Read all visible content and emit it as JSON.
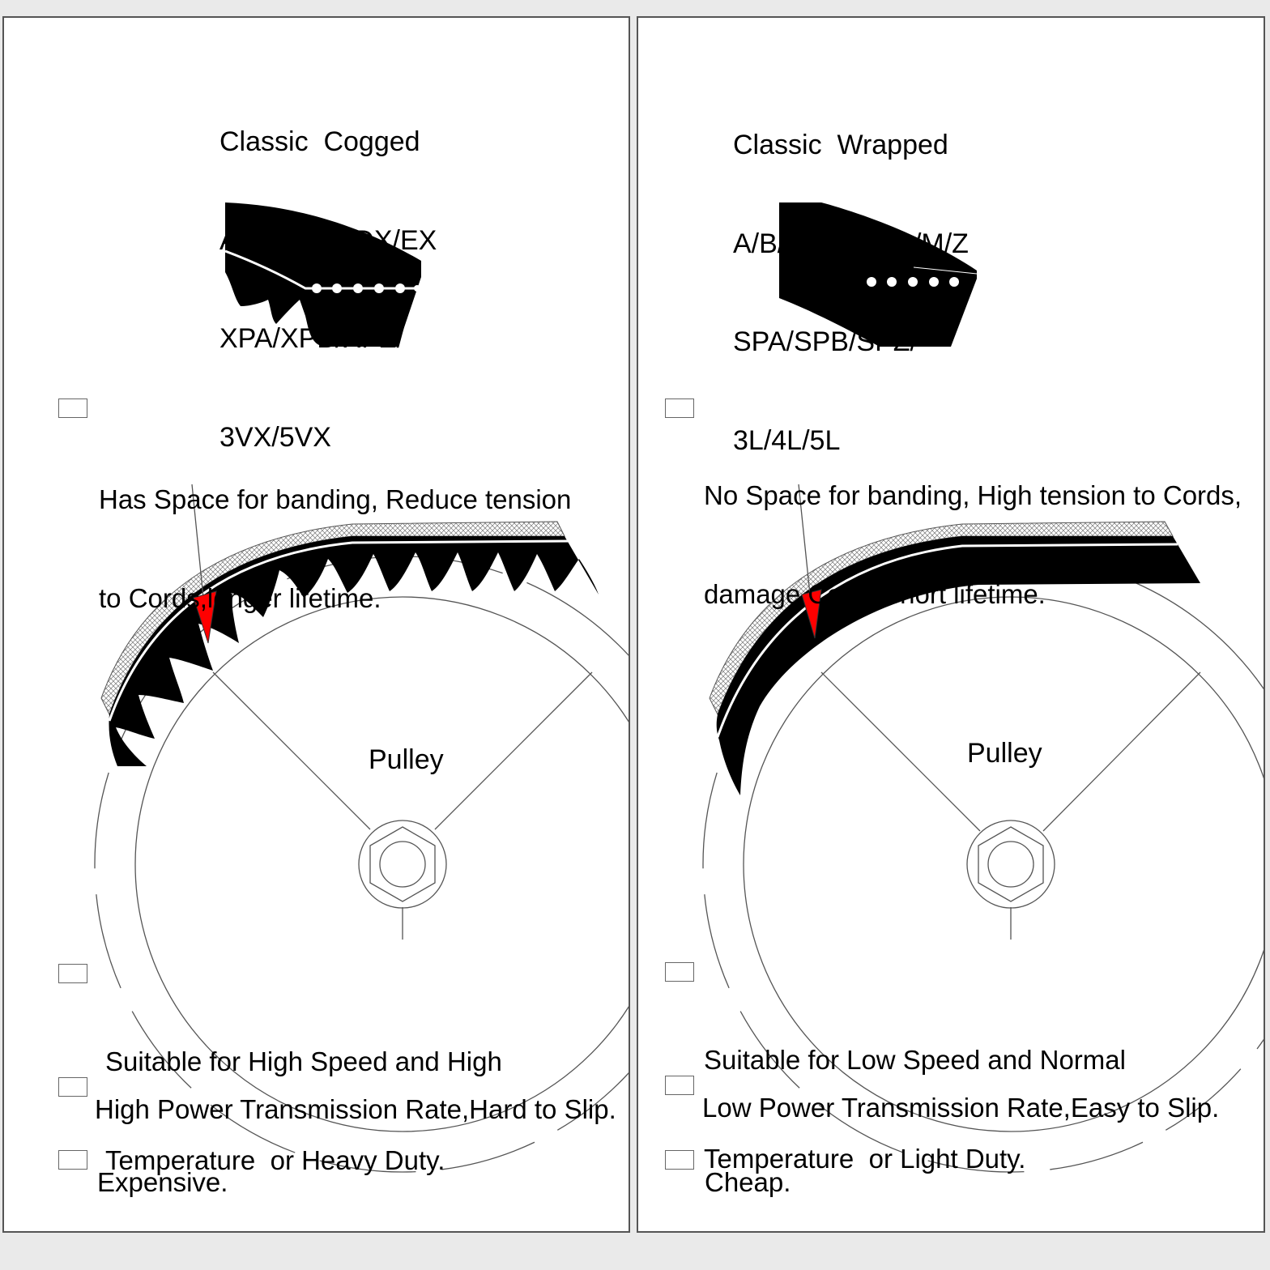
{
  "left": {
    "title_lines": [
      "Classic  Cogged",
      "AX/BX/CX/DX/EX",
      "XPA/XPB/XPZ/",
      "3VX/5VX"
    ],
    "feature_banding": [
      "Has Space for banding, Reduce tension",
      "to Cords,longer lifetime."
    ],
    "pulley_label": "Pulley",
    "feature_duty": [
      "Suitable for High Speed and High",
      "Temperature  or Heavy Duty."
    ],
    "feature_power": "High Power Transmission Rate,Hard to Slip.",
    "feature_price": "Expensive."
  },
  "right": {
    "title_lines": [
      "Classic  Wrapped",
      "A/B/C/D/E/K/O/M/Z",
      "SPA/SPB/SPZ/",
      "3L/4L/5L"
    ],
    "feature_banding": [
      "No Space for banding, High tension to Cords,",
      "damage Cords,short lifetime."
    ],
    "pulley_label": "Pulley",
    "feature_duty": [
      "Suitable for Low Speed and Normal",
      "Temperature  or Light Duty."
    ],
    "feature_power": "Low Power Transmission Rate,Easy to Slip.",
    "feature_price": "Cheap."
  },
  "colors": {
    "belt": "#000000",
    "indicator": "#ff0000",
    "panel_border": "#555555",
    "background": "#eaeaea",
    "line_art": "#555555"
  },
  "icons": {
    "checkbox": "empty-checkbox-icon",
    "cogged_belt": "cogged-belt-cross-section-icon",
    "wrapped_belt": "wrapped-belt-cross-section-icon",
    "pulley": "pulley-hex-hub-icon",
    "pointer": "red-triangle-pointer-icon"
  }
}
